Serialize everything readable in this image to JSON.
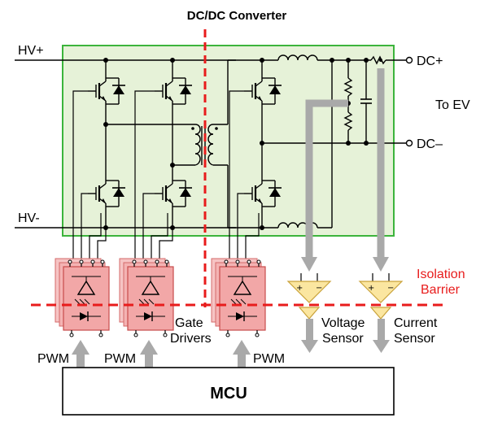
{
  "title": "DC/DC Converter",
  "terminals": {
    "hv_plus": "HV+",
    "hv_minus": "HV-",
    "dc_plus": "DC+",
    "dc_minus": "DC–",
    "to_ev": "To EV"
  },
  "isolation": {
    "line1": "Isolation",
    "line2": "Barrier"
  },
  "gate_drivers": {
    "line1": "Gate",
    "line2": "Drivers"
  },
  "voltage_sensor": {
    "line1": "Voltage",
    "line2": "Sensor"
  },
  "current_sensor": {
    "line1": "Current",
    "line2": "Sensor"
  },
  "pwm": [
    "PWM",
    "PWM",
    "PWM"
  ],
  "mcu": "MCU",
  "colors": {
    "converter_fill": "#e6f2d8",
    "converter_border": "#3cb43c",
    "isolation": "#e81c1c",
    "driver_fill": "#f2a7a7",
    "sensor_fill": "#fbe6a0",
    "arrow": "#a9a9a9"
  }
}
